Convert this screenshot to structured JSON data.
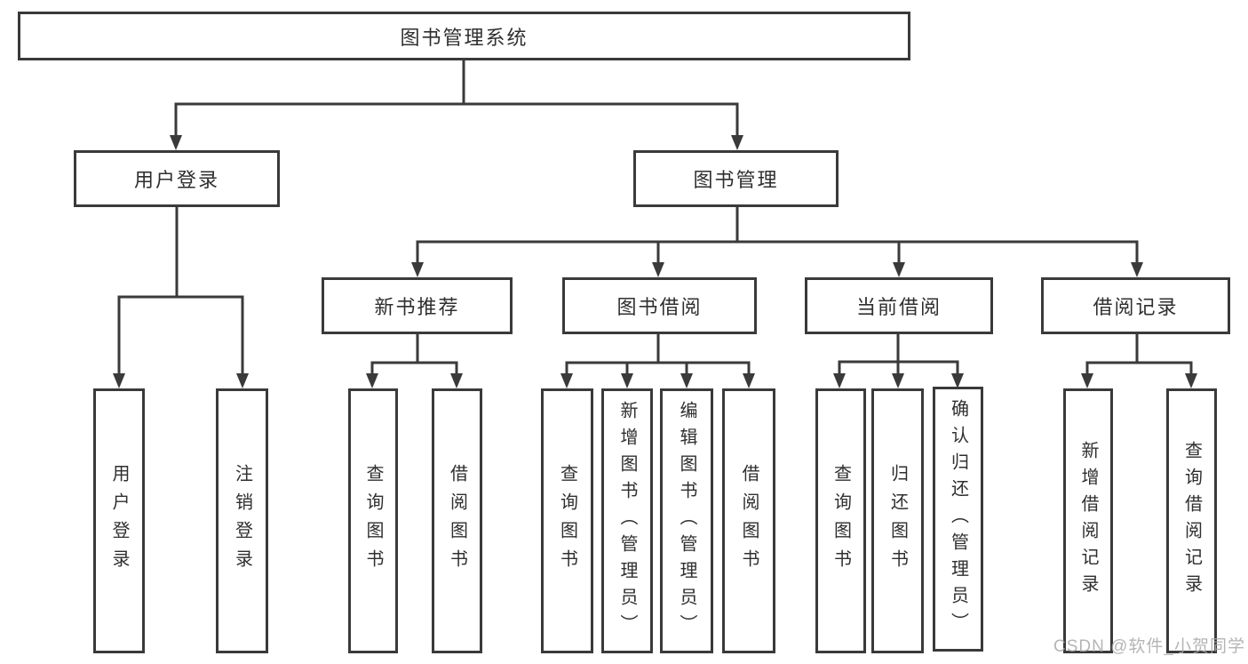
{
  "diagram": {
    "title": "图书管理系统",
    "colors": {
      "line": "#3a3a3a",
      "text": "#2f2f2f",
      "background": "#ffffff",
      "watermark": "#a8a8a8"
    },
    "nodes": {
      "root": "图书管理系统",
      "user_login": "用户登录",
      "book_mgmt": "图书管理",
      "new_book_rec": "新书推荐",
      "book_borrow": "图书借阅",
      "current_borrow": "当前借阅",
      "borrow_record": "借阅记录",
      "ul_login": "用户登录",
      "ul_logout": "注销登录",
      "nb_query": "查询图书",
      "nb_borrow": "借阅图书",
      "bb_query": "查询图书",
      "bb_add": "新增图书（管理员）",
      "bb_edit": "编辑图书（管理员）",
      "bb_borrow": "借阅图书",
      "cb_query": "查询图书",
      "cb_return": "归还图书",
      "cb_confirm": "确认归还（管理员）",
      "br_add": "新增借阅记录",
      "br_query": "查询借阅记录"
    },
    "edges": [
      {
        "from": "图书管理系统",
        "to": [
          "用户登录",
          "图书管理"
        ]
      },
      {
        "from": "用户登录",
        "to": [
          "用户登录",
          "注销登录"
        ]
      },
      {
        "from": "图书管理",
        "to": [
          "新书推荐",
          "图书借阅",
          "当前借阅",
          "借阅记录"
        ]
      },
      {
        "from": "新书推荐",
        "to": [
          "查询图书",
          "借阅图书"
        ]
      },
      {
        "from": "图书借阅",
        "to": [
          "查询图书",
          "新增图书（管理员）",
          "编辑图书（管理员）",
          "借阅图书"
        ]
      },
      {
        "from": "当前借阅",
        "to": [
          "查询图书",
          "归还图书",
          "确认归还（管理员）"
        ]
      },
      {
        "from": "借阅记录",
        "to": [
          "新增借阅记录",
          "查询借阅记录"
        ]
      }
    ],
    "watermark": {
      "text": "CSDN @软件_小贺同学"
    }
  }
}
